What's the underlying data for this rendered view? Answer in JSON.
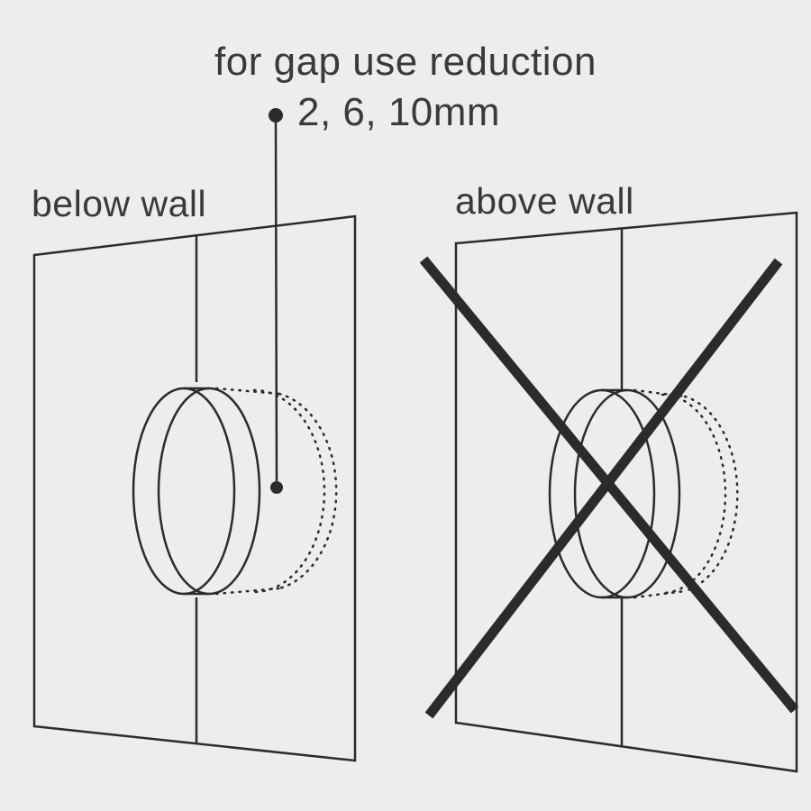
{
  "page": {
    "background_color": "#ecedee",
    "line_color": "#2b2b2b",
    "text_color": "#3a3a3a"
  },
  "annotation": {
    "title": "for gap use reduction",
    "value": "2, 6, 10mm"
  },
  "panels": {
    "left": {
      "label": "below wall",
      "allowed": true
    },
    "right": {
      "label": "above wall",
      "allowed": false
    }
  }
}
